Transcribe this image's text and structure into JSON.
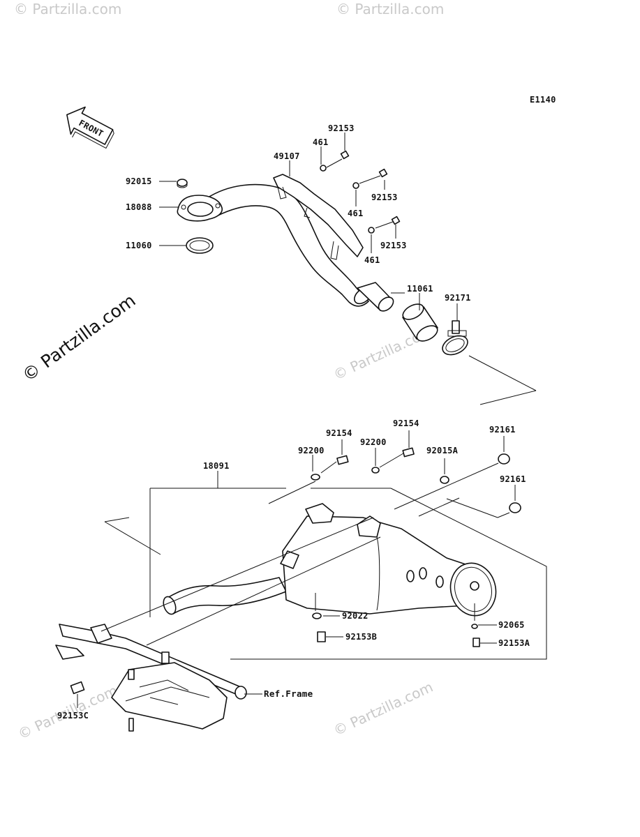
{
  "diagram_code": "E1140",
  "front_label": "FRONT",
  "watermark": "© Partzilla.com",
  "frame_ref": "Ref.Frame",
  "labels": {
    "p92153_a": "92153",
    "p461_a": "461",
    "p49107": "49107",
    "p92153_b": "92153",
    "p461_b": "461",
    "p92153_c": "92153",
    "p461_c": "461",
    "p92015": "92015",
    "p18088": "18088",
    "p11060": "11060",
    "p11061": "11061",
    "p92171": "92171",
    "p92154_a": "92154",
    "p92154_b": "92154",
    "p92200_a": "92200",
    "p92200_b": "92200",
    "p92015A": "92015A",
    "p92161_a": "92161",
    "p92161_b": "92161",
    "p18091": "18091",
    "p92022": "92022",
    "p92153B": "92153B",
    "p92065": "92065",
    "p92153A": "92153A",
    "p92153C": "92153C"
  }
}
